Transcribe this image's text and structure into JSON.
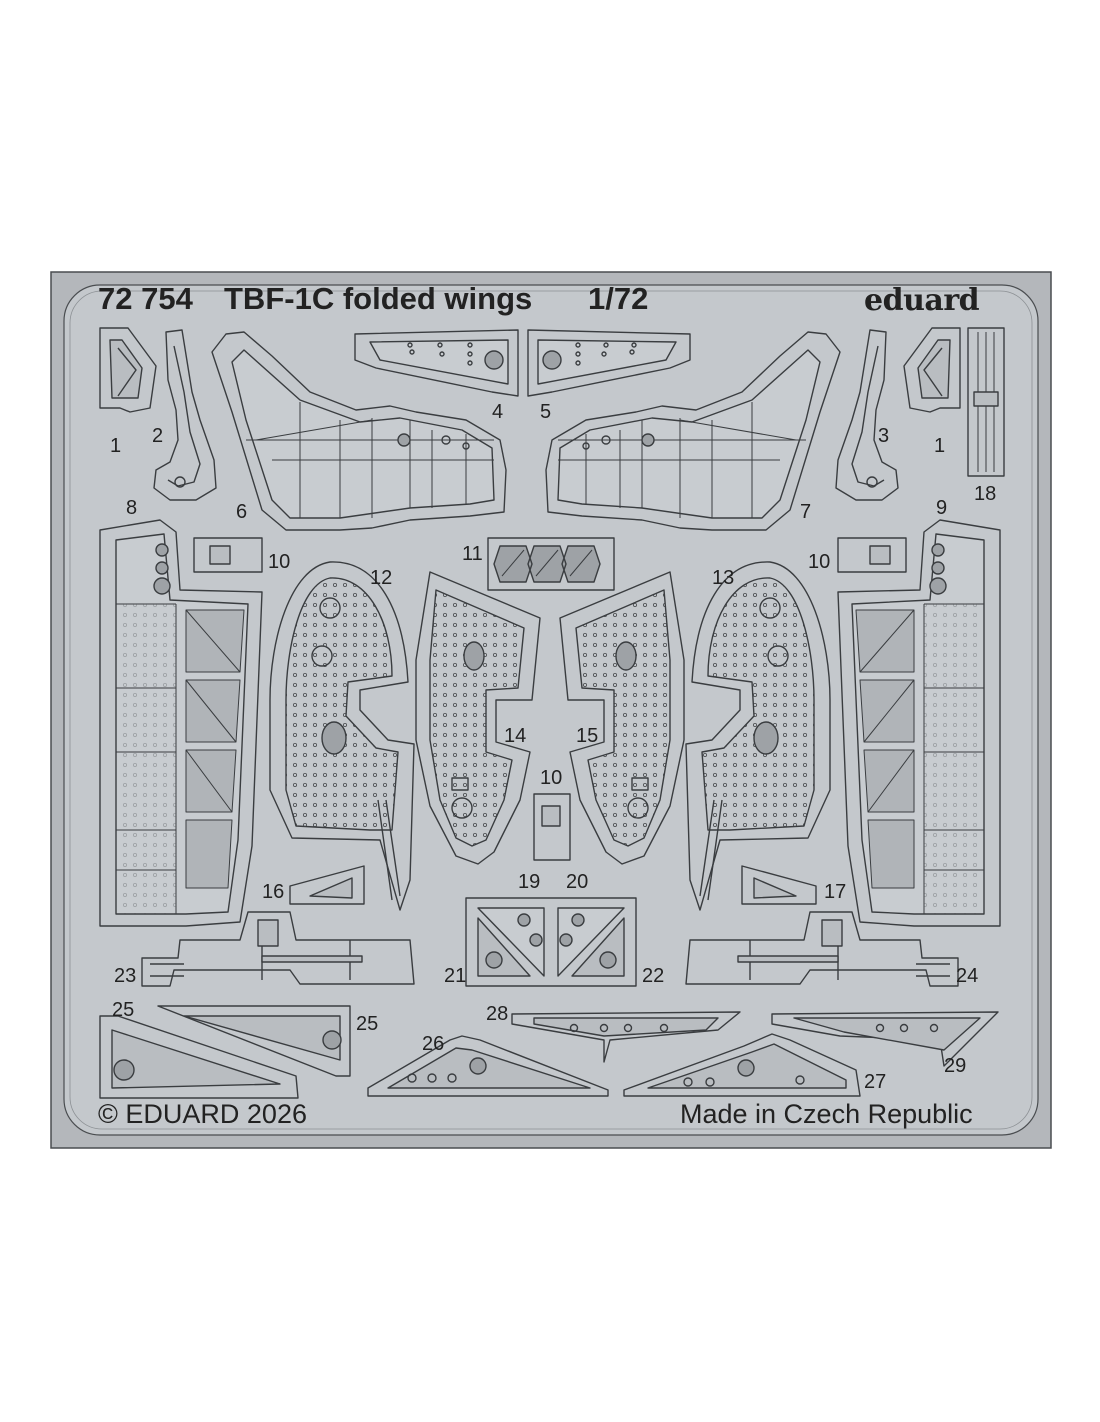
{
  "sheet": {
    "code": "72 754",
    "name": "TBF-1C folded wings",
    "scale": "1/72",
    "brand": "eduard",
    "copyright": "© EDUARD 2026",
    "origin": "Made in Czech Republic"
  },
  "colors": {
    "frame": "#b4b7bb",
    "part": "#c4c8cc",
    "line": "#3a3d40",
    "background": "#ffffff"
  },
  "part_numbers": [
    "1",
    "2",
    "4",
    "5",
    "3",
    "1",
    "18",
    "8",
    "6",
    "7",
    "9",
    "10",
    "11",
    "10",
    "12",
    "13",
    "14",
    "15",
    "10",
    "16",
    "19",
    "20",
    "17",
    "23",
    "21",
    "22",
    "24",
    "25",
    "25",
    "28",
    "26",
    "27",
    "29"
  ]
}
